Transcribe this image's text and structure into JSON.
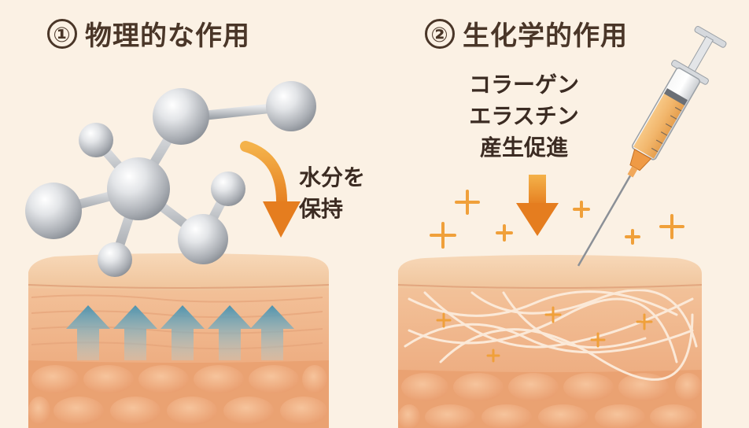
{
  "panels": [
    {
      "number": "①",
      "title": "物理的な作用",
      "caption": [
        "水分を",
        "保持"
      ]
    },
    {
      "number": "②",
      "title": "生化学的作用",
      "caption": [
        "コラーゲン",
        "エラスチン",
        "産生促進"
      ]
    }
  ],
  "colors": {
    "background": "#fbf1e4",
    "text": "#4a3628",
    "skin_top": "#f3c9a2",
    "skin_mid": "#efb48b",
    "cells": "#f0ad80",
    "arrow_orange": "#ee8f2a",
    "arrow_blue": "#6fa9c0",
    "plus": "#f0a03a",
    "molecule": "#c9ccd0"
  }
}
